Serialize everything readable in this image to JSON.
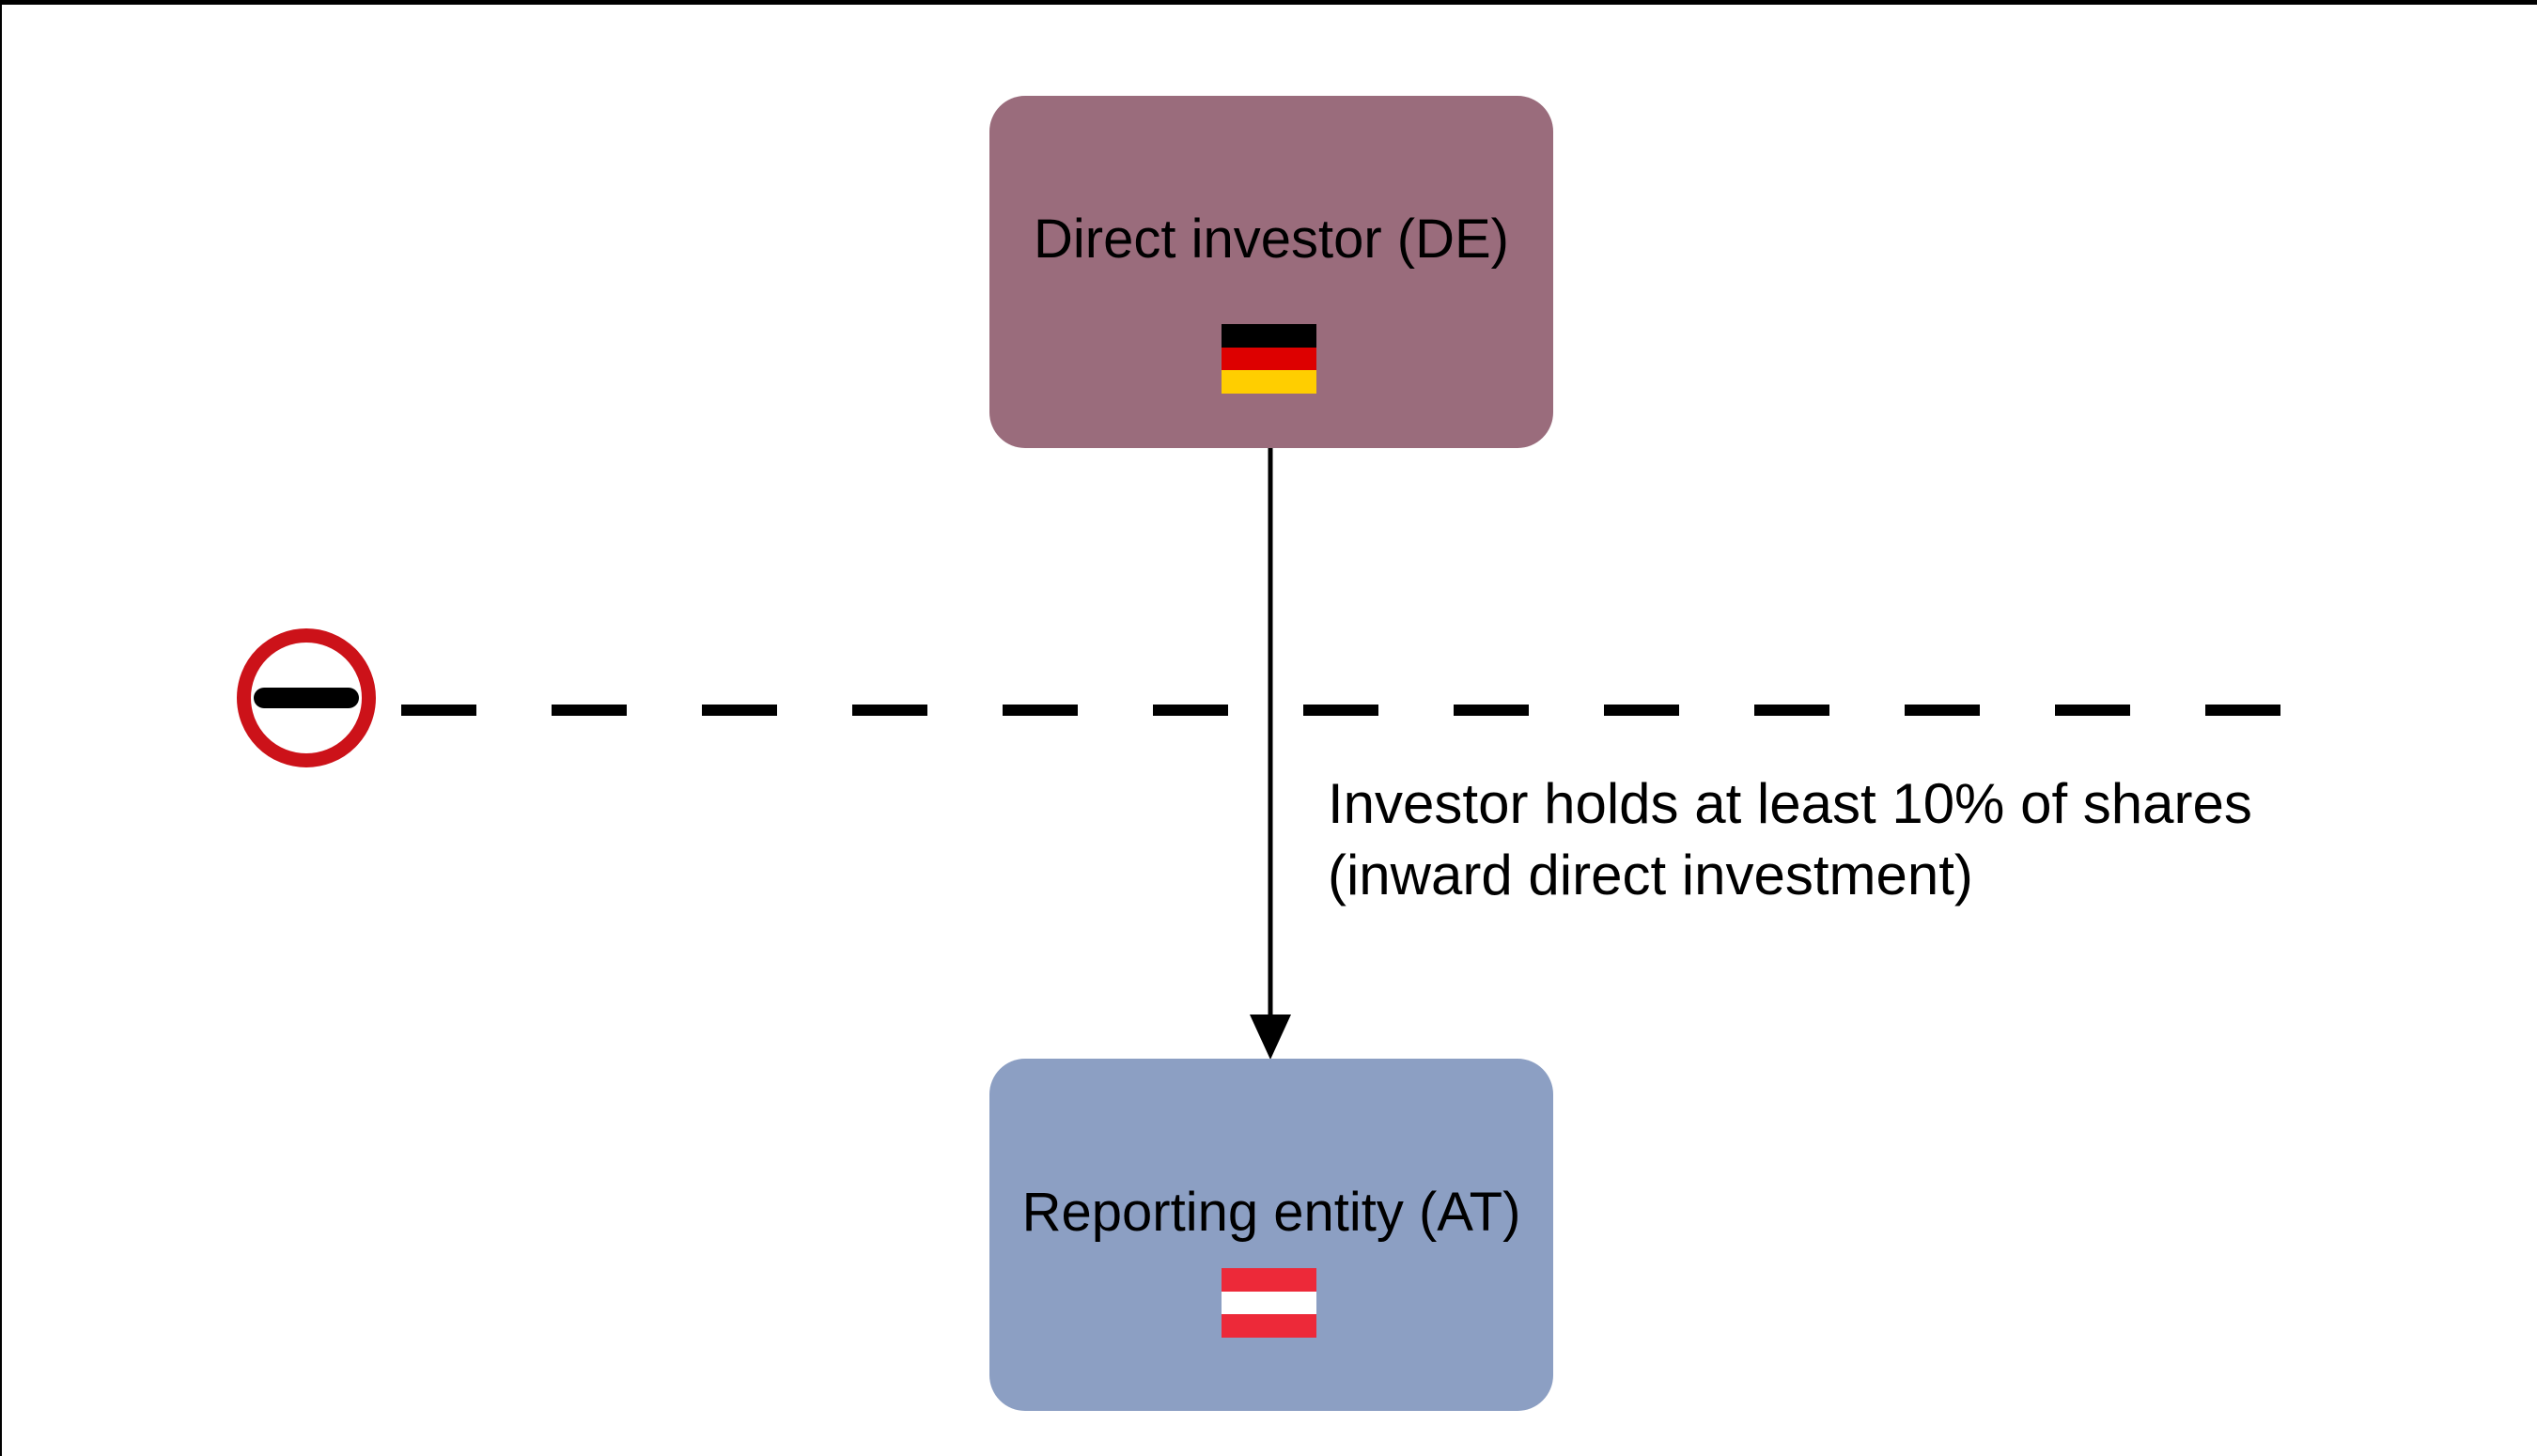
{
  "frame": {
    "border_color": "#000000"
  },
  "nodes": {
    "investor": {
      "label": "Direct investor (DE)",
      "country": "Germany",
      "fill": "#9A6C7C",
      "flag": {
        "name": "germany-flag",
        "stripes": [
          "#000000",
          "#DD0000",
          "#FFCE00"
        ]
      }
    },
    "entity": {
      "label": "Reporting entity (AT)",
      "country": "Austria",
      "fill": "#8C9FC3",
      "flag": {
        "name": "austria-flag",
        "stripes": [
          "#ED2939",
          "#FFFFFF",
          "#ED2939"
        ]
      }
    }
  },
  "arrow": {
    "color": "#000000",
    "label_line1": "Investor holds at least 10% of shares",
    "label_line2": "(inward direct investment)"
  },
  "border_line": {
    "style": "dashed",
    "color": "#000000",
    "icon": "no-entry",
    "ring_color": "#CC1219",
    "bar_color": "#000000"
  }
}
